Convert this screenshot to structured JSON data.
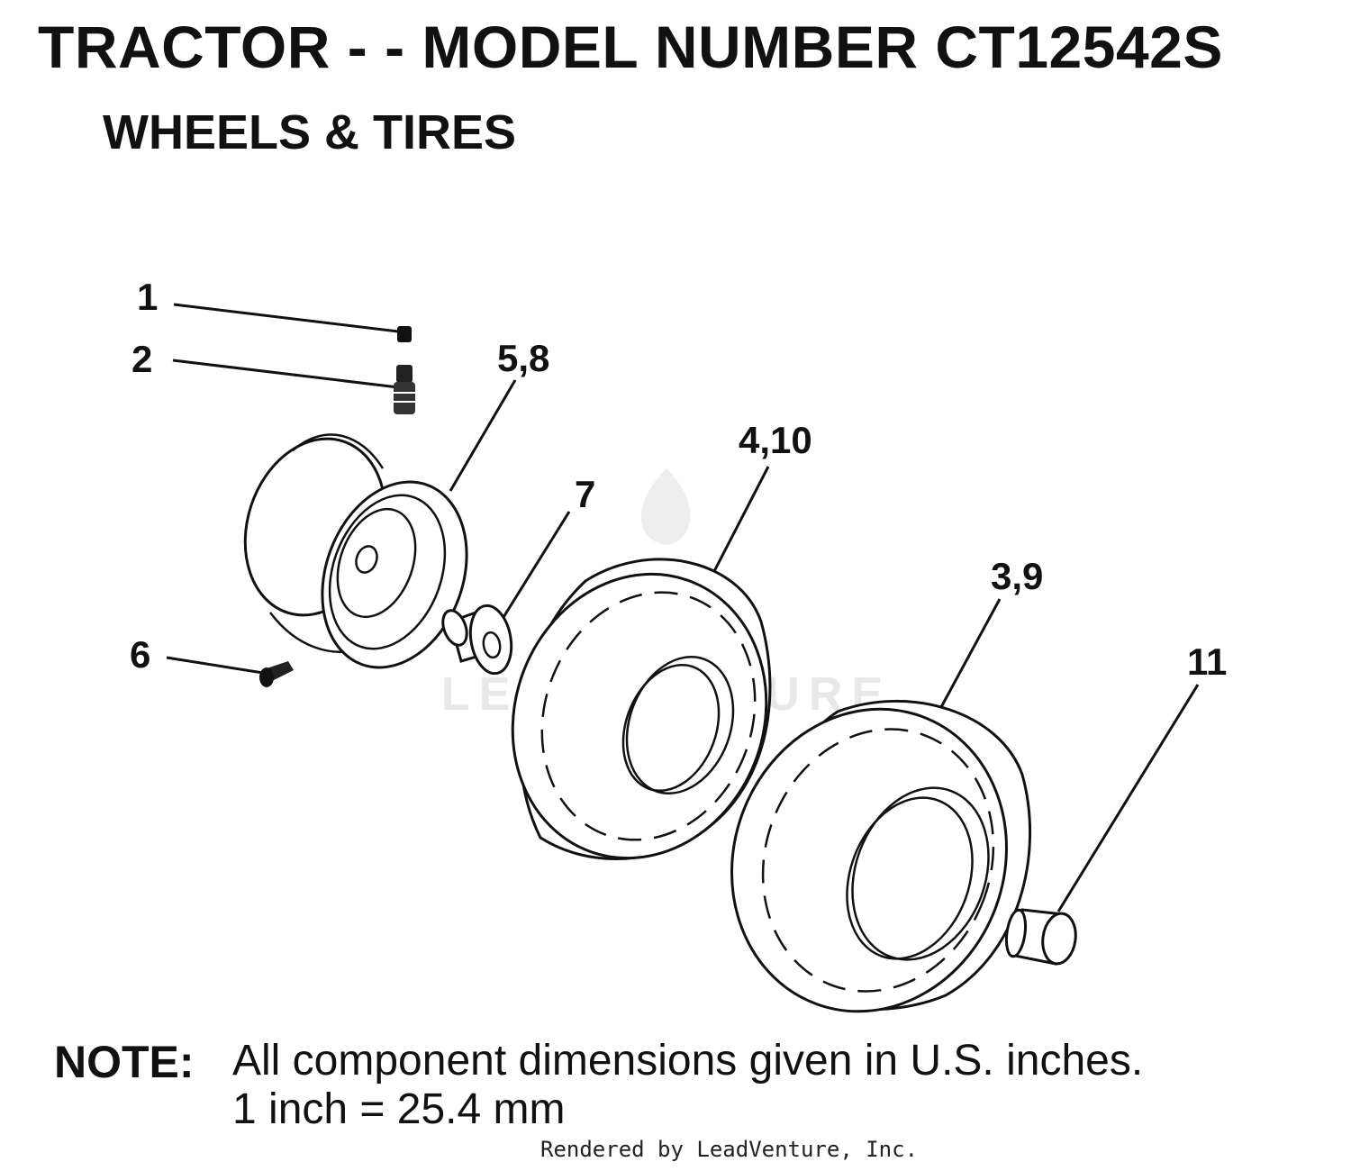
{
  "header": {
    "title": "TRACTOR - - MODEL NUMBER CT12542S",
    "subtitle": "WHEELS & TIRES"
  },
  "callouts": {
    "c1": "1",
    "c2": "2",
    "c58": "5,8",
    "c410": "4,10",
    "c7": "7",
    "c39": "3,9",
    "c11": "11",
    "c6": "6"
  },
  "watermark": {
    "text": "LEADVENTURE"
  },
  "note": {
    "label": "NOTE:",
    "line1": "All component dimensions given in U.S. inches.",
    "line2": "1 inch = 25.4 mm"
  },
  "footer": {
    "credit": "Rendered by LeadVenture, Inc."
  },
  "colors": {
    "ink": "#111111",
    "watermark": "#e6e6e6",
    "background": "#ffffff"
  }
}
